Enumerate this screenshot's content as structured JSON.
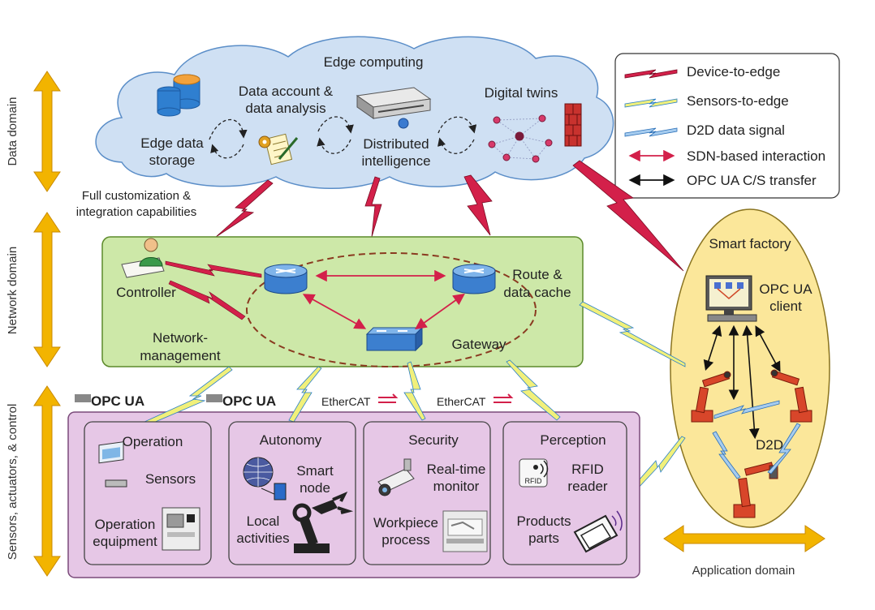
{
  "domains": {
    "data": "Data domain",
    "network": "Network domain",
    "sensors": "Sensors, actuators, & control",
    "application": "Application domain"
  },
  "cloud": {
    "title": "Edge computing",
    "storage_l1": "Edge data",
    "storage_l2": "storage",
    "account_l1": "Data account &",
    "account_l2": "data analysis",
    "intel_l1": "Distributed",
    "intel_l2": "intelligence",
    "twins": "Digital twins"
  },
  "customization_l1": "Full customization &",
  "customization_l2": "integration capabilities",
  "network": {
    "controller": "Controller",
    "mgmt_l1": "Network-",
    "mgmt_l2": "management",
    "route_l1": "Route &",
    "route_l2": "data cache",
    "gateway": "Gateway"
  },
  "legend": {
    "device": "Device-to-edge",
    "sensors": "Sensors-to-edge",
    "d2d": "D2D data signal",
    "sdn": "SDN-based interaction",
    "opc": "OPC UA C/S transfer"
  },
  "factory": {
    "title": "Smart factory",
    "client_l1": "OPC UA",
    "client_l2": "client",
    "d2d": "D2D"
  },
  "protocols": {
    "opc1": "OPC UA",
    "opc2": "OPC UA",
    "ec1": "EtherCAT",
    "ec2": "EtherCAT"
  },
  "boxes": {
    "operation": {
      "title": "Operation",
      "a": "Sensors",
      "b1": "Operation",
      "b2": "equipment"
    },
    "autonomy": {
      "title": "Autonomy",
      "a1": "Smart",
      "a2": "node",
      "b1": "Local",
      "b2": "activities"
    },
    "security": {
      "title": "Security",
      "a1": "Real-time",
      "a2": "monitor",
      "b1": "Workpiece",
      "b2": "process"
    },
    "perception": {
      "title": "Perception",
      "rfid_tag": "RFID",
      "a1": "RFID",
      "a2": "reader",
      "b1": "Products",
      "b2": "parts"
    }
  },
  "colors": {
    "cloud": "#cfe0f3",
    "network": "#cde8a8",
    "sensors": "#e6c7e6",
    "factory": "#fbe79a",
    "arrow": "#f2b400",
    "lightning_red": "#d3204a",
    "lightning_yellow": "#f1f07a",
    "lightning_blue": "#7fb6e6"
  }
}
